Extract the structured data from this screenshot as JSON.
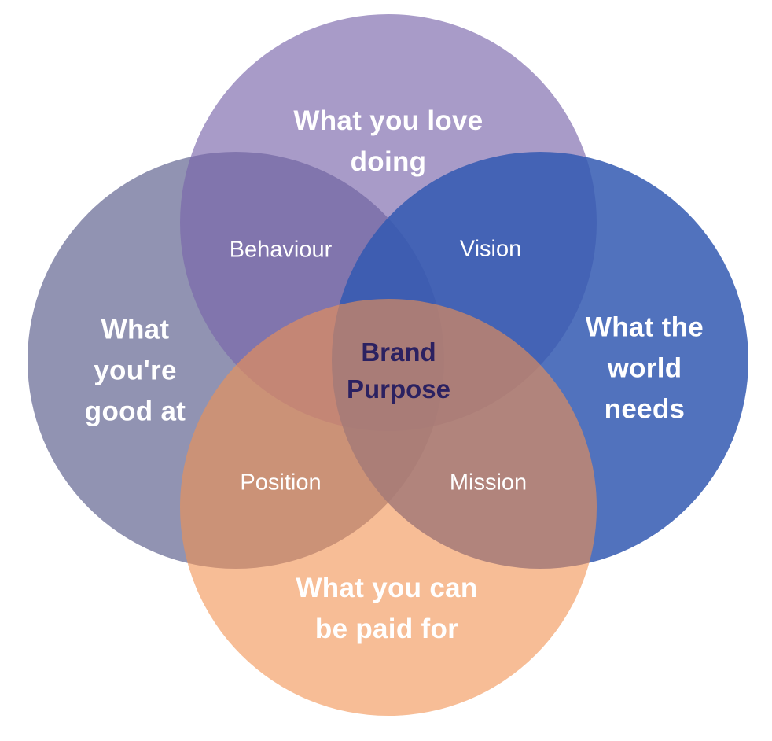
{
  "diagram": {
    "background": "#ffffff",
    "circles": [
      {
        "id": "what-you-love-doing",
        "lines": [
          "What you love",
          "doing"
        ],
        "color": "#7965aa",
        "opacity": "0.65"
      },
      {
        "id": "what-youre-good-at",
        "lines": [
          "What",
          "you're",
          "good at"
        ],
        "color": "#565988",
        "opacity": "0.65"
      },
      {
        "id": "what-the-world-needs",
        "lines": [
          "What the",
          "world",
          "needs"
        ],
        "color": "#3359b1",
        "opacity": "0.85"
      },
      {
        "id": "what-you-can-be-paid-for",
        "lines": [
          "What you can",
          "be paid for"
        ],
        "color": "#f29150",
        "opacity": "0.60"
      }
    ],
    "intersections": {
      "behaviour": "Behaviour",
      "vision": "Vision",
      "position": "Position",
      "mission": "Mission"
    },
    "center": {
      "lines": [
        "Brand",
        "Purpose"
      ],
      "text_color": "#2b2161"
    }
  }
}
